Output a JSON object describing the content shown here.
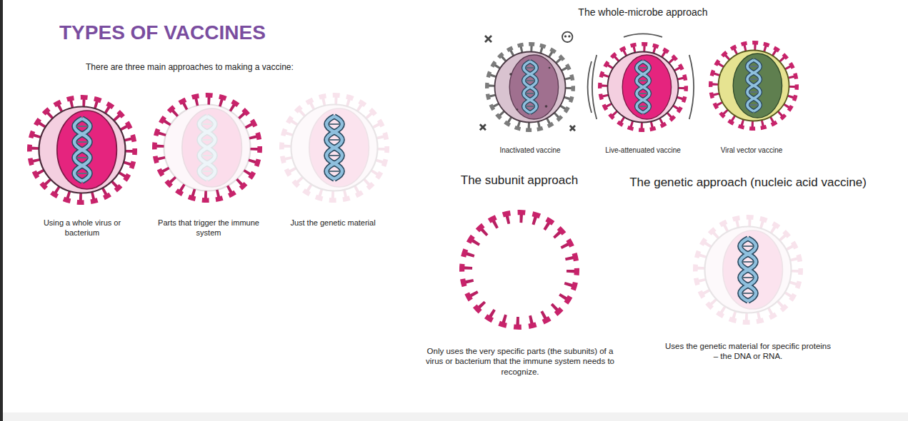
{
  "diagram": {
    "title": "TYPES OF VACCINES",
    "labels": [
      "There are three main approaches to making a vaccine:",
      "Using a whole virus or bacterium",
      "Parts that trigger the immune system",
      "Just the genetic material",
      "The whole-microbe approach",
      "Inactivated vaccine",
      "Live-attenuated vaccine",
      "Viral vector vaccine",
      "The subunit approach",
      "The genetic approach (nucleic acid vaccine)",
      "Only uses the very specific parts (the subunits) of a virus or bacterium that the immune system needs to recognize.",
      "Uses the genetic material for specific proteins – the DNA or RNA."
    ]
  }
}
